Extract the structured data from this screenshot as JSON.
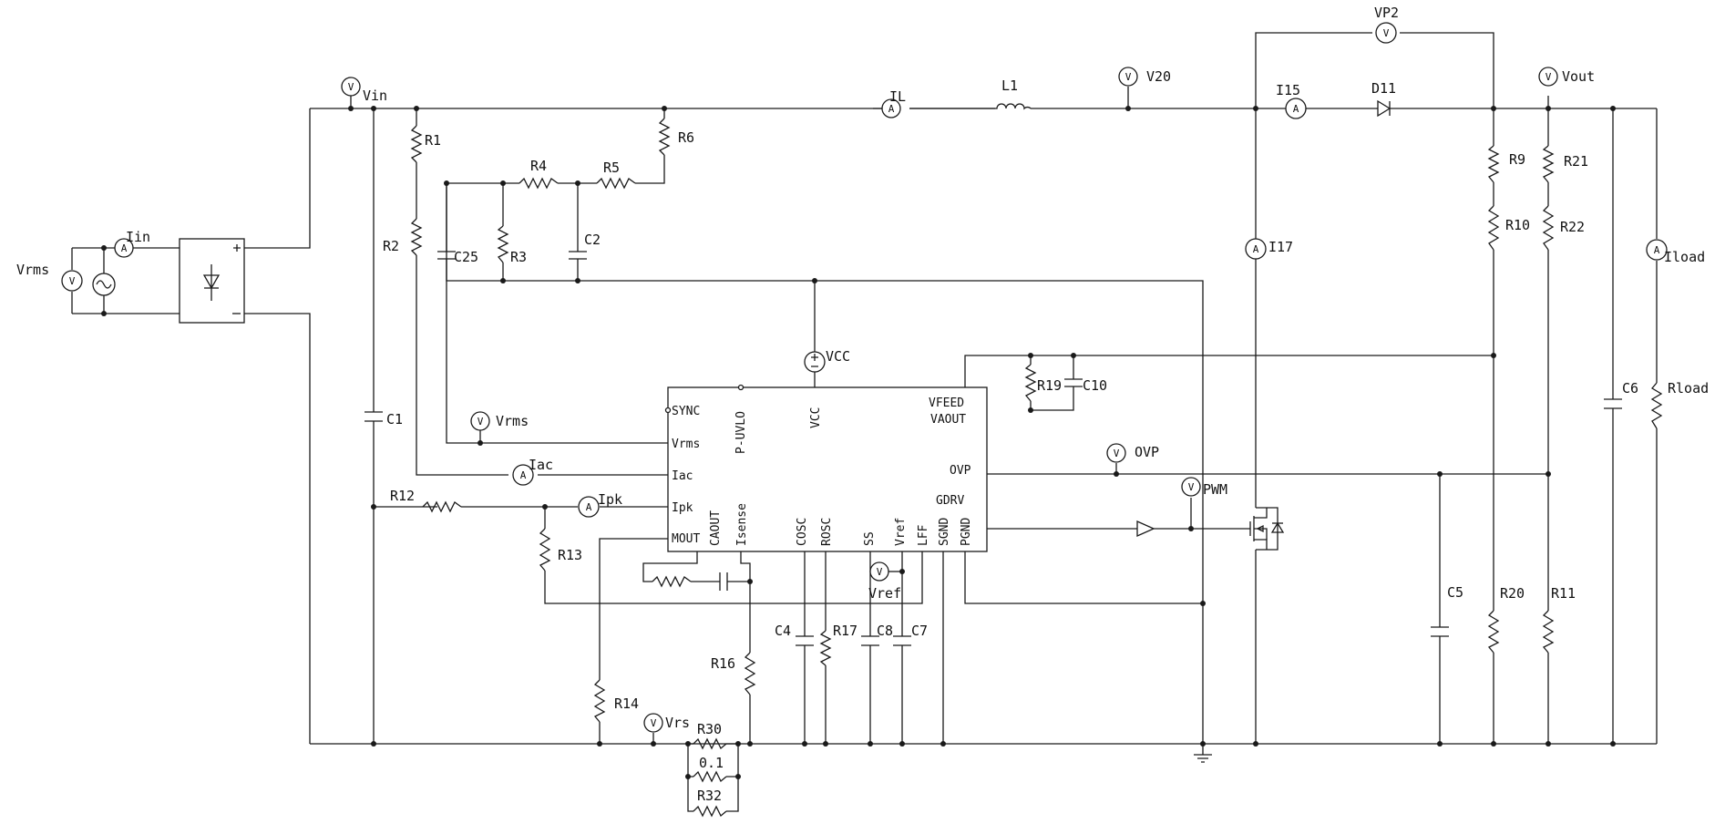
{
  "labels": {
    "vin": "Vin",
    "il": "IL",
    "l1": "L1",
    "v20": "V20",
    "vp2": "VP2",
    "i15": "I15",
    "d11": "D11",
    "vout": "Vout",
    "iin": "Iin",
    "vrms_src": "Vrms",
    "r1": "R1",
    "r2": "R2",
    "r3": "R3",
    "r4": "R4",
    "r5": "R5",
    "r6": "R6",
    "c25": "C25",
    "c2": "C2",
    "c1": "C1",
    "vcc_probe": "VCC",
    "vrms_meter": "Vrms",
    "iac": "Iac",
    "r12": "R12",
    "ipk": "Ipk",
    "r13": "R13",
    "r14": "R14",
    "r16": "R16",
    "vrs": "Vrs",
    "r30": "R30",
    "r30_value": "0.1",
    "r32": "R32",
    "c4": "C4",
    "r17": "R17",
    "c8": "C8",
    "c7": "C7",
    "vref_meter": "Vref",
    "r19": "R19",
    "c10": "C10",
    "ovp_meter": "OVP",
    "pwm": "PWM",
    "i17": "I17",
    "r9": "R9",
    "r10": "R10",
    "r21": "R21",
    "r22": "R22",
    "iload": "Iload",
    "c6": "C6",
    "rload": "Rload",
    "c5": "C5",
    "r20": "R20",
    "r11": "R11"
  },
  "ic_pins": {
    "sync": "SYNC",
    "vrms": "Vrms",
    "iac": "Iac",
    "ipk": "Ipk",
    "mout": "MOUT",
    "p_uvlo": "P-UVLO",
    "vcc": "VCC",
    "vfeed": "VFEED",
    "vaout": "VAOUT",
    "ovp": "OVP",
    "gdrv": "GDRV",
    "caout": "CAOUT",
    "isense": "Isense",
    "cosc": "COSC",
    "rosc": "ROSC",
    "ss": "SS",
    "vref": "Vref",
    "lff": "LFF",
    "sgnd": "SGND",
    "pgnd": "PGND"
  },
  "meter_glyphs": {
    "ammeter": "A",
    "voltmeter": "V"
  }
}
